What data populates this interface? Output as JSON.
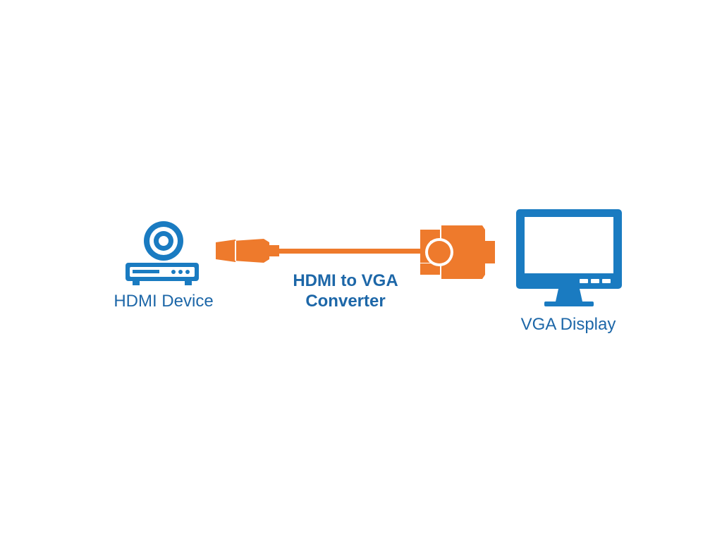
{
  "colors": {
    "blue": "#1a7bc1",
    "blue_text": "#1d67a8",
    "orange": "#ee7a2c",
    "background": "#ffffff"
  },
  "source": {
    "label": "HDMI Device",
    "icon": "disc-player-icon"
  },
  "cable": {
    "label_line1": "HDMI to VGA",
    "label_line2": "Converter",
    "icons": [
      "hdmi-plug-icon",
      "vga-connector-icon"
    ]
  },
  "destination": {
    "label": "VGA Display",
    "icon": "monitor-icon"
  }
}
